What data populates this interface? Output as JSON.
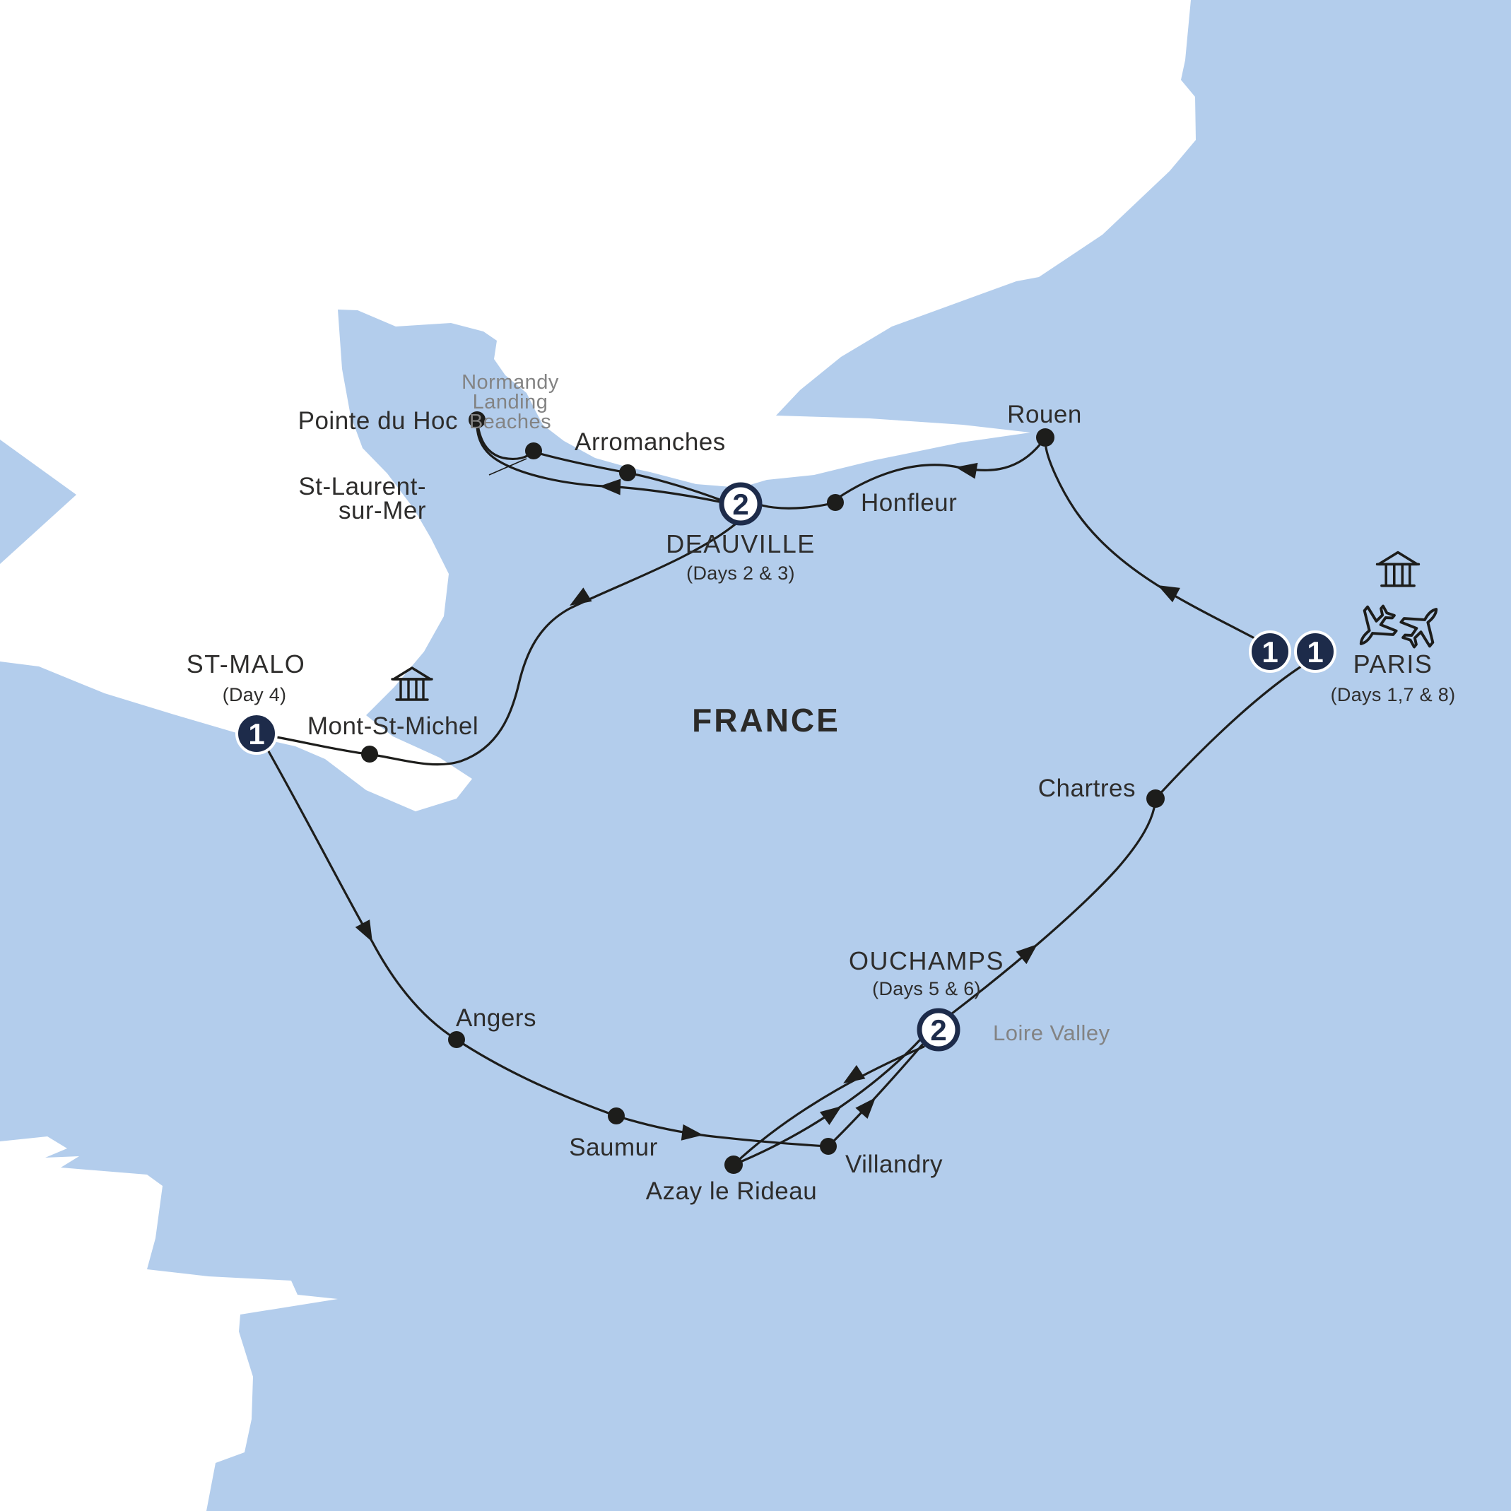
{
  "country": {
    "label": "FRANCE"
  },
  "regions": {
    "normandy_line1": "Normandy",
    "normandy_line2": "Landing",
    "normandy_line3": "Beaches",
    "loire": "Loire Valley"
  },
  "stops": {
    "paris": {
      "name": "PARIS",
      "days": "(Days 1,7 & 8)",
      "nights_arrival": "1",
      "nights_return": "1"
    },
    "rouen": {
      "name": "Rouen"
    },
    "honfleur": {
      "name": "Honfleur"
    },
    "deauville": {
      "name": "DEAUVILLE",
      "days": "(Days 2 & 3)",
      "nights": "2"
    },
    "arromanches": {
      "name": "Arromanches"
    },
    "st_laurent": {
      "name_line1": "St-Laurent-",
      "name_line2": "sur-Mer"
    },
    "pointe_du_hoc": {
      "name": "Pointe du Hoc"
    },
    "mont_st_michel": {
      "name": "Mont-St-Michel"
    },
    "st_malo": {
      "name": "ST-MALO",
      "days": "(Day 4)",
      "nights": "1"
    },
    "angers": {
      "name": "Angers"
    },
    "saumur": {
      "name": "Saumur"
    },
    "azay_le_rideau": {
      "name": "Azay le Rideau"
    },
    "villandry": {
      "name": "Villandry"
    },
    "ouchamps": {
      "name": "OUCHAMPS",
      "days": "(Days 5 & 6)",
      "nights": "2"
    },
    "chartres": {
      "name": "Chartres"
    }
  },
  "icons": {
    "mont_st_michel_hotel": "classical-building-icon",
    "paris_hotel": "classical-building-icon",
    "paris_flights": "airplane-icon"
  },
  "colors": {
    "land": "#b3cdec",
    "sea": "#ffffff",
    "navy": "#1d2b4a",
    "route": "#1d1d1b",
    "city_label": "#2e2d2c",
    "muted_label": "#838383"
  }
}
